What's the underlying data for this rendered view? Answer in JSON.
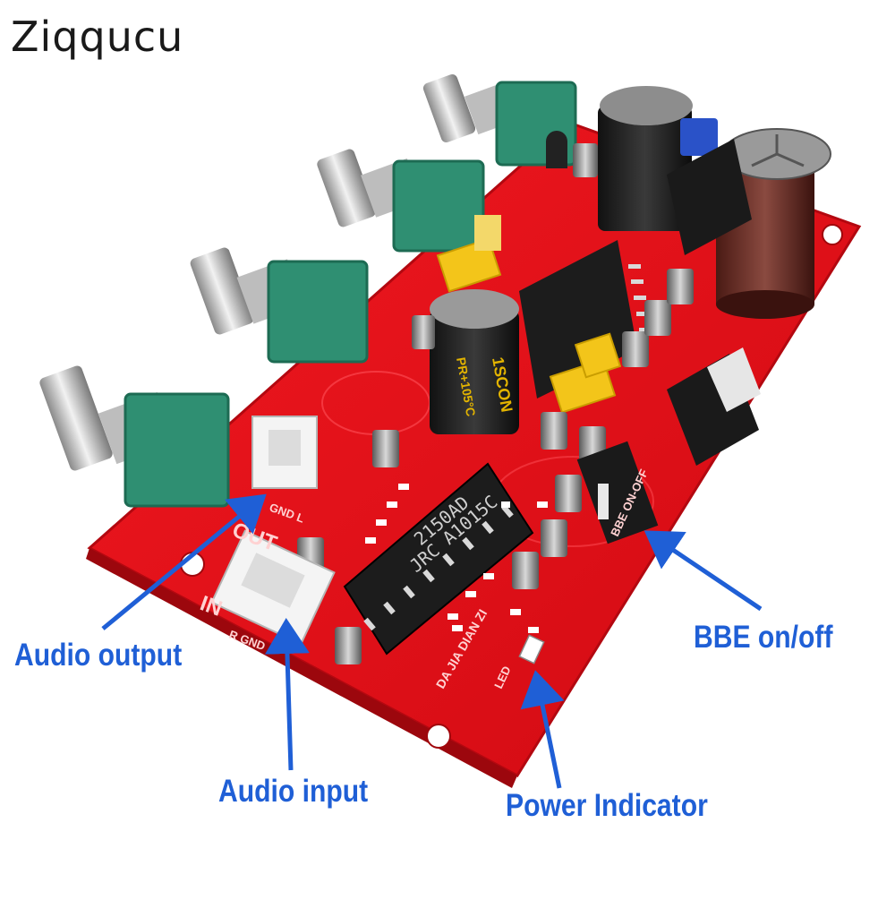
{
  "brand": {
    "name": "Ziqqucu"
  },
  "colors": {
    "board": "#e8101a",
    "annotation": "#1f5fd6",
    "chip": "#1c1c1c",
    "pot_body": "#2f8f72",
    "background": "#ffffff"
  },
  "annotations": [
    {
      "id": "audio-output",
      "label": "Audio output"
    },
    {
      "id": "audio-input",
      "label": "Audio input"
    },
    {
      "id": "power-indicator",
      "label": "Power Indicator"
    },
    {
      "id": "bbe-switch",
      "label": "BBE on/off"
    }
  ],
  "board": {
    "chip_main": {
      "line1": "2150AD",
      "line2": "JRC A1015C"
    },
    "cap_big": "1SCON",
    "cap_big_sub": "PR+105°C",
    "silkscreen": {
      "out": "OUT",
      "in": "IN",
      "out_pins": "GND  L",
      "in_pins": "R  GND",
      "bbe": "BBE ON-OFF",
      "led": "LED",
      "maker": "DA JIA DIAN ZI"
    }
  }
}
